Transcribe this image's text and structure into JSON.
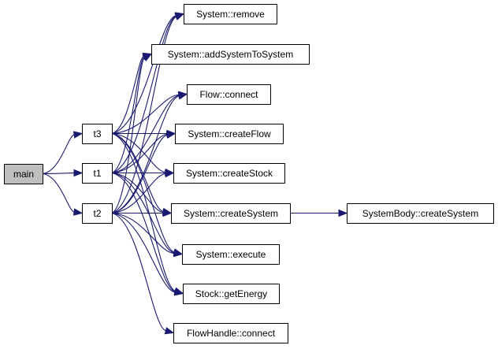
{
  "graph": {
    "edge_color": "#191970",
    "node_fill": "#ffffff",
    "root_fill": "#bfbfbf",
    "border_color": "#000000",
    "nodes": [
      {
        "id": "main",
        "label": "main",
        "root": true
      },
      {
        "id": "t3",
        "label": "t3"
      },
      {
        "id": "t1",
        "label": "t1"
      },
      {
        "id": "t2",
        "label": "t2"
      },
      {
        "id": "remove",
        "label": "System::remove"
      },
      {
        "id": "addSystemToSystem",
        "label": "System::addSystemToSystem"
      },
      {
        "id": "flowConnect",
        "label": "Flow::connect"
      },
      {
        "id": "createFlow",
        "label": "System::createFlow"
      },
      {
        "id": "createStock",
        "label": "System::createStock"
      },
      {
        "id": "createSystem",
        "label": "System::createSystem"
      },
      {
        "id": "bodyCreateSystem",
        "label": "SystemBody::createSystem"
      },
      {
        "id": "execute",
        "label": "System::execute"
      },
      {
        "id": "getEnergy",
        "label": "Stock::getEnergy"
      },
      {
        "id": "handleConnect",
        "label": "FlowHandle::connect"
      }
    ],
    "edges": [
      [
        "main",
        "t3"
      ],
      [
        "main",
        "t1"
      ],
      [
        "main",
        "t2"
      ],
      [
        "t3",
        "remove"
      ],
      [
        "t3",
        "addSystemToSystem"
      ],
      [
        "t3",
        "flowConnect"
      ],
      [
        "t3",
        "createFlow"
      ],
      [
        "t3",
        "createStock"
      ],
      [
        "t3",
        "createSystem"
      ],
      [
        "t3",
        "execute"
      ],
      [
        "t3",
        "getEnergy"
      ],
      [
        "t1",
        "remove"
      ],
      [
        "t1",
        "addSystemToSystem"
      ],
      [
        "t1",
        "flowConnect"
      ],
      [
        "t1",
        "createFlow"
      ],
      [
        "t1",
        "createStock"
      ],
      [
        "t1",
        "createSystem"
      ],
      [
        "t1",
        "execute"
      ],
      [
        "t1",
        "getEnergy"
      ],
      [
        "t2",
        "remove"
      ],
      [
        "t2",
        "addSystemToSystem"
      ],
      [
        "t2",
        "flowConnect"
      ],
      [
        "t2",
        "createFlow"
      ],
      [
        "t2",
        "createStock"
      ],
      [
        "t2",
        "createSystem"
      ],
      [
        "t2",
        "execute"
      ],
      [
        "t2",
        "getEnergy"
      ],
      [
        "t2",
        "handleConnect"
      ],
      [
        "createSystem",
        "bodyCreateSystem"
      ]
    ]
  }
}
